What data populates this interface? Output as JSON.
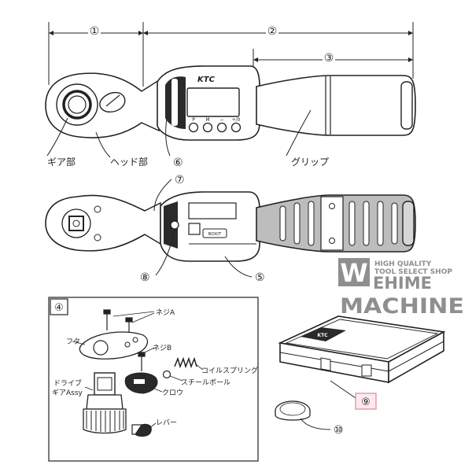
{
  "dimensions": {
    "d1": "①",
    "d2": "②",
    "d3": "③"
  },
  "upper_view": {
    "brand": "KTC",
    "buttons": [
      "P",
      "M",
      "−",
      "+/0"
    ],
    "labels": {
      "gear": "ギア部",
      "head": "ヘッド部",
      "head_num": "⑥",
      "grip": "グリップ"
    }
  },
  "lower_view": {
    "badge": "BOXIT",
    "labels": {
      "n7": "⑦",
      "n8": "⑧",
      "n5": "⑤"
    }
  },
  "exploded": {
    "box_number": "④",
    "labels": {
      "screw_a": "ネジA",
      "cover": "フタ",
      "screw_b": "ネジB",
      "coil_spring": "コイルスプリング",
      "steel_ball": "スチールボール",
      "pawl": "クロウ",
      "drive_gear_1": "ドライブ",
      "drive_gear_2": "ギアAssy",
      "lever": "レバー"
    }
  },
  "case": {
    "brand": "KTC",
    "n9": "⑨",
    "n10": "⑩"
  },
  "watermark": {
    "line_a": "HIGH QUALITY",
    "line_b": "TOOL SELECT SHOP",
    "word_1": "EHIME",
    "word_2": "MACHINE"
  },
  "colors": {
    "line": "#222222",
    "highlight_border": "#d98a96",
    "highlight_fill": "#fde9ee",
    "grip_fill": "#bdbdbd",
    "watermark": "#8f8f8f"
  }
}
